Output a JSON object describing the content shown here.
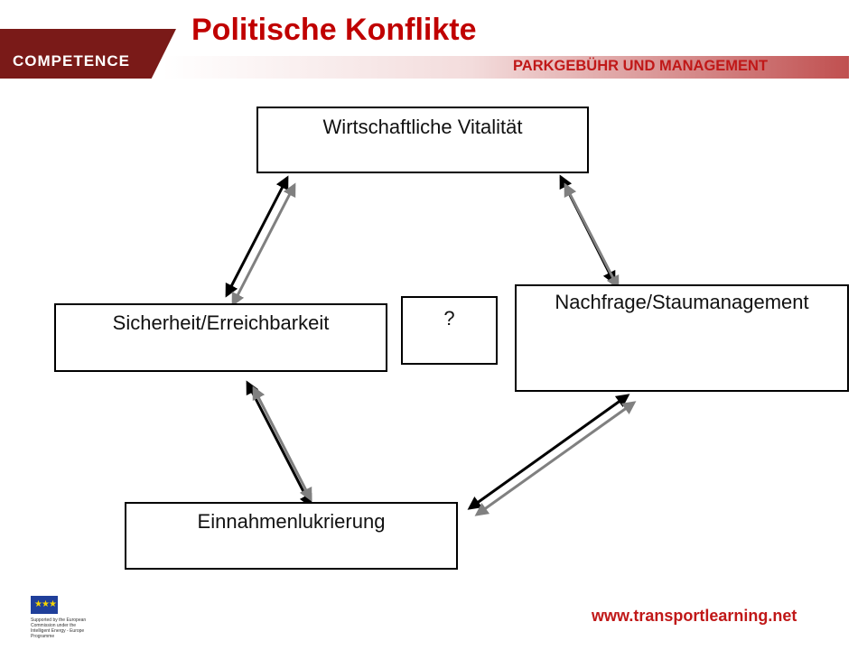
{
  "header": {
    "logo_text": "COMPETENCE",
    "title": "Politische Konflikte",
    "subtitle": "PARKGEBÜHR UND MANAGEMENT"
  },
  "diagram": {
    "boxes": {
      "wirtschaft": "Wirtschaftliche Vitalität",
      "sicherheit": "Sicherheit/Erreichbarkeit",
      "question": "?",
      "nachfrage": "Nachfrage/Staumanagement",
      "einnahmen": "Einnahmenlukrierung"
    }
  },
  "footer": {
    "eu_caption": "Supported by the European Commission under the Intelligent Energy - Europe Programme",
    "website": "www.transportlearning.net"
  },
  "colors": {
    "title_red": "#c00000",
    "logo_maroon": "#7a1a18",
    "arrow_black": "#000000",
    "arrow_gray": "#808080"
  }
}
